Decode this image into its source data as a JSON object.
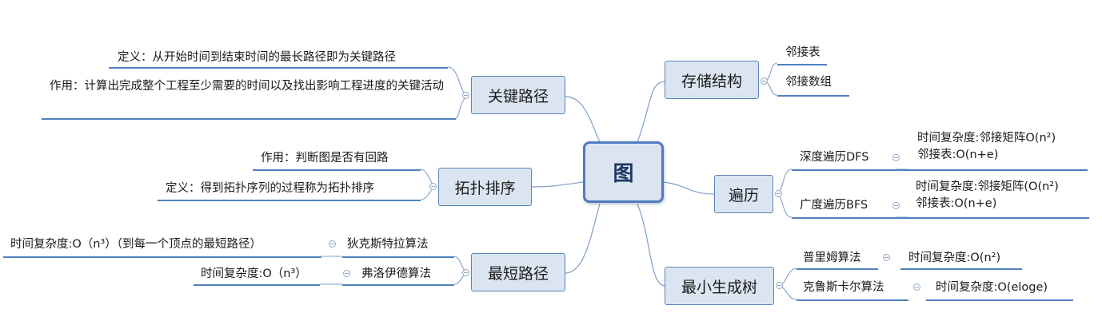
{
  "center": {
    "label": "图"
  },
  "storage": {
    "label": "存储结构",
    "items": [
      "邻接表",
      "邻接数组"
    ]
  },
  "traversal": {
    "label": "遍历",
    "dfs": {
      "label": "深度遍历DFS",
      "line1": "时间复杂度:邻接矩阵O(n²)",
      "line2": "邻接表:O(n+e)"
    },
    "bfs": {
      "label": "广度遍历BFS",
      "line1": "时间复杂度:邻接矩阵(O(n²)",
      "line2": "邻接表:O(n+e)"
    }
  },
  "mst": {
    "label": "最小生成树",
    "prim": {
      "label": "普里姆算法",
      "detail": "时间复杂度:O(n²)"
    },
    "kruskal": {
      "label": "克鲁斯卡尔算法",
      "detail": "时间复杂度:O(eloge)"
    }
  },
  "critical_path": {
    "label": "关键路径",
    "definition": "定义：从开始时间到结束时间的最长路径即为关键路径",
    "purpose": "作用：计算出完成整个工程至少需要的时间以及找出影响工程进度的关键活动"
  },
  "topo_sort": {
    "label": "拓扑排序",
    "purpose": "作用：判断图是否有回路",
    "definition": "定义：得到拓扑序列的过程称为拓扑排序"
  },
  "shortest_path": {
    "label": "最短路径",
    "dijkstra": {
      "label": "狄克斯特拉算法",
      "detail": "时间复杂度:O（n³）（到每一个顶点的最短路径）"
    },
    "floyd": {
      "label": "弗洛伊德算法",
      "detail": "时间复杂度:O（n³）"
    }
  },
  "colors": {
    "line": "#4f81bd",
    "node_fill": "#dbe5f1",
    "node_border": "#5b84b7",
    "center_border": "#4f7bc0"
  }
}
